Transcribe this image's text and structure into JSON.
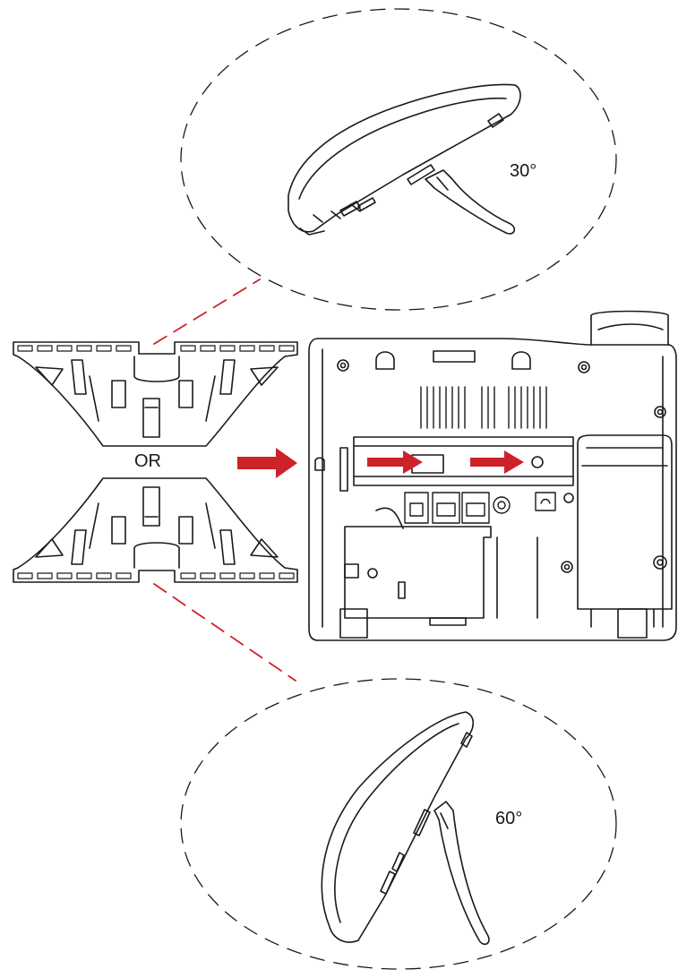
{
  "labels": {
    "top_angle": "30°",
    "or_text": "OR",
    "bottom_angle": "60°"
  },
  "colors": {
    "line": "#1a1a1a",
    "dashed_connector": "#d0202a",
    "arrow": "#cc2229"
  },
  "icons": {
    "direction": "red-arrow-right-icon"
  }
}
